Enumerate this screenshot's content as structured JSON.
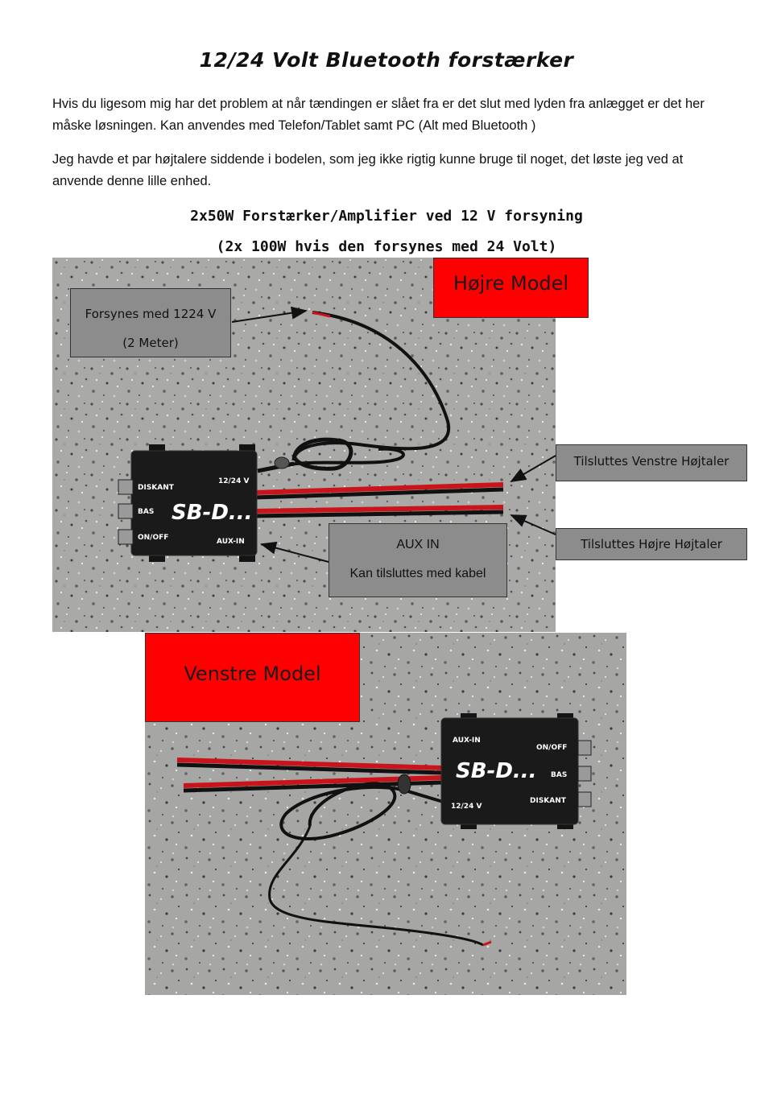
{
  "title": "12/24 Volt Bluetooth forstærker",
  "paragraphs": [
    "Hvis du ligesom mig har det problem at når tændingen er slået fra er det slut med lyden fra anlægget er det her måske løsningen. Kan anvendes med Telefon/Tablet samt PC (Alt med Bluetooth )",
    "Jeg havde et par højtalere siddende i bodelen,  som jeg ikke rigtig kunne bruge til noget, det løste jeg ved at anvende denne lille enhed."
  ],
  "subheadings": [
    "2x50W Forstærker/Amplifier ved 12 V forsyning",
    "(2x 100W hvis den forsynes med 24 Volt)"
  ],
  "right_model": {
    "label": "Højre Model",
    "callout_power": {
      "line1": "Forsynes med 1224 V",
      "line2": "(2 Meter)"
    },
    "callout_left_speaker": "Tilsluttes Venstre Højtaler",
    "callout_right_speaker": "Tilsluttes Højre Højtaler",
    "callout_aux": {
      "line1": "AUX IN",
      "line2": "Kan tilsluttes med kabel"
    },
    "device": {
      "brand": "SB-D...",
      "labels": {
        "diskant": "DISKANT",
        "bas": "BAS",
        "onoff": "ON/OFF",
        "voltage": "12/24 V",
        "aux": "AUX-IN"
      }
    }
  },
  "left_model": {
    "label": "Venstre Model",
    "device": {
      "brand": "SB-D...",
      "labels": {
        "diskant": "DISKANT",
        "bas": "BAS",
        "onoff": "ON/OFF",
        "voltage": "12/24 V",
        "aux": "AUX-IN"
      }
    }
  },
  "colors": {
    "accent_red": "#ff0000",
    "callout_gray": "#8c8c8c",
    "wire_red": "#c8141a"
  }
}
